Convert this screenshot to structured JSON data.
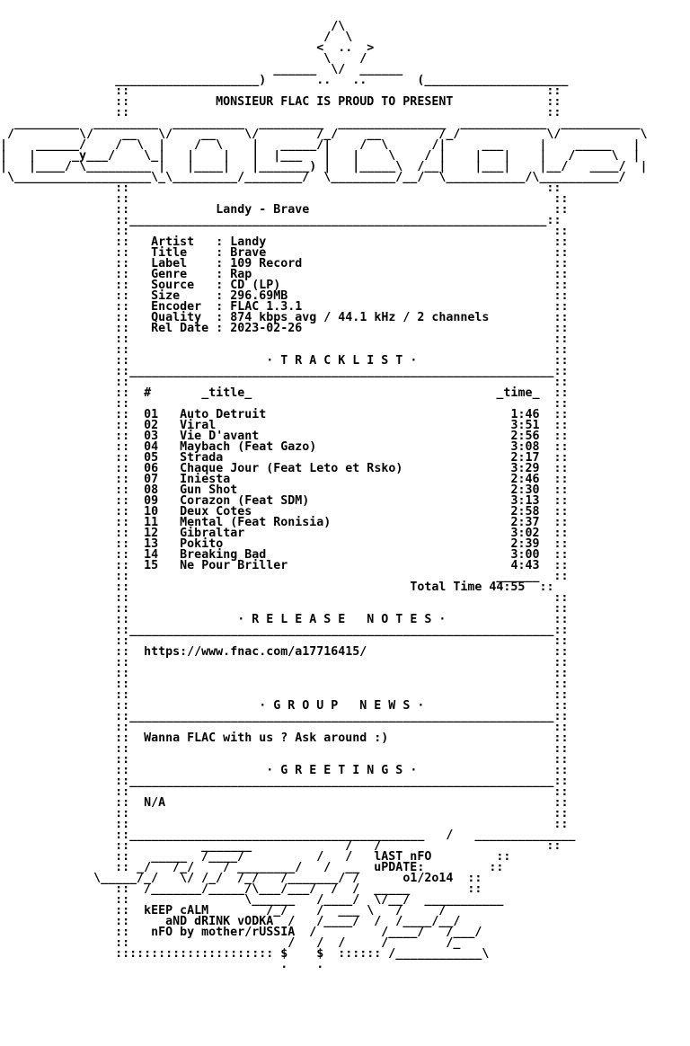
{
  "header_art": {
    "tagline": "MONSIEUR FLAC IS PROUD TO PRESENT"
  },
  "release": {
    "heading": "Landy - Brave",
    "info": [
      {
        "key": "Artist",
        "value": "Landy"
      },
      {
        "key": "Title",
        "value": "Brave"
      },
      {
        "key": "Label",
        "value": "109 Record"
      },
      {
        "key": "Genre",
        "value": "Rap"
      },
      {
        "key": "Source",
        "value": "CD (LP)"
      },
      {
        "key": "Size",
        "value": "296.69MB"
      },
      {
        "key": "Encoder",
        "value": "FLAC 1.3.1"
      },
      {
        "key": "Quality",
        "value": "874 kbps avg / 44.1 kHz / 2 channels"
      },
      {
        "key": "Rel Date",
        "value": "2023-02-26"
      }
    ]
  },
  "tracklist": {
    "section_title": "· T R A C K L I S T ·",
    "col_num": "#",
    "col_title": "_title_",
    "col_time": "_time_",
    "tracks": [
      {
        "num": "01",
        "title": "Auto Detruit",
        "time": "1:46"
      },
      {
        "num": "02",
        "title": "Viral",
        "time": "3:51"
      },
      {
        "num": "03",
        "title": "Vie D'avant",
        "time": "2:56"
      },
      {
        "num": "04",
        "title": "Maybach (Feat Gazo)",
        "time": "3:08"
      },
      {
        "num": "05",
        "title": "Strada",
        "time": "2:17"
      },
      {
        "num": "06",
        "title": "Chaque Jour (Feat Leto et Rsko)",
        "time": "3:29"
      },
      {
        "num": "07",
        "title": "Iniesta",
        "time": "2:46"
      },
      {
        "num": "08",
        "title": "Gun Shot",
        "time": "2:30"
      },
      {
        "num": "09",
        "title": "Corazon (Feat SDM)",
        "time": "3:13"
      },
      {
        "num": "10",
        "title": "Deux Cotes",
        "time": "2:58"
      },
      {
        "num": "11",
        "title": "Mental (Feat Ronisia)",
        "time": "2:37"
      },
      {
        "num": "12",
        "title": "Gibraltar",
        "time": "3:02"
      },
      {
        "num": "13",
        "title": "Pokito",
        "time": "2:39"
      },
      {
        "num": "14",
        "title": "Breaking Bad",
        "time": "3:00"
      },
      {
        "num": "15",
        "title": "Ne Pour Briller",
        "time": "4:43"
      }
    ],
    "total_label": "Total Time",
    "total_time": "44:55"
  },
  "release_notes": {
    "section_title": "· R E L E A S E   N O T E S ·",
    "text": "https://www.fnac.com/a17716415/"
  },
  "group_news": {
    "section_title": "· G R O U P   N E W S ·",
    "text": "Wanna FLAC with us ? Ask around :)"
  },
  "greetings": {
    "section_title": "· G R E E T I N G S ·",
    "text": "N/A"
  },
  "footer": {
    "last_nfo_label": "lAST nFO",
    "update_label": "uPDATE:",
    "update_date": "o1/2o14",
    "line1": "kEEP cALM",
    "line2": "aND dRINK vODKA",
    "line3": "nFO by mother/rUSSIA"
  }
}
